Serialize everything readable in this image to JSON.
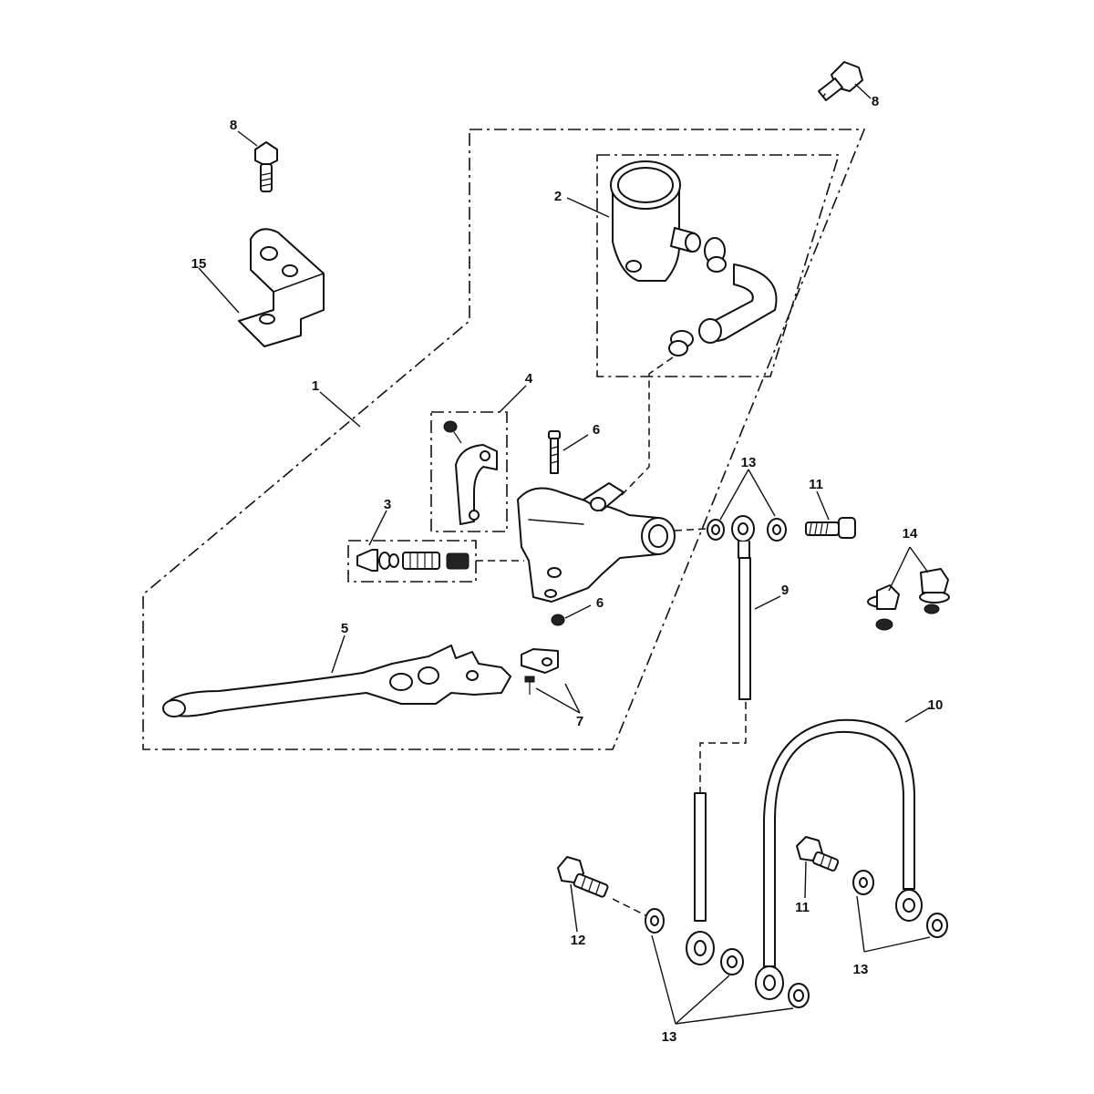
{
  "diagram": {
    "callouts": {
      "c1": "1",
      "c2": "2",
      "c3": "3",
      "c4": "4",
      "c5": "5",
      "c6a": "6",
      "c6b": "6",
      "c7": "7",
      "c8a": "8",
      "c8b": "8",
      "c9": "9",
      "c10": "10",
      "c11a": "11",
      "c11b": "11",
      "c12": "12",
      "c13a": "13",
      "c13b": "13",
      "c13c": "13",
      "c14": "14",
      "c15": "15"
    }
  }
}
